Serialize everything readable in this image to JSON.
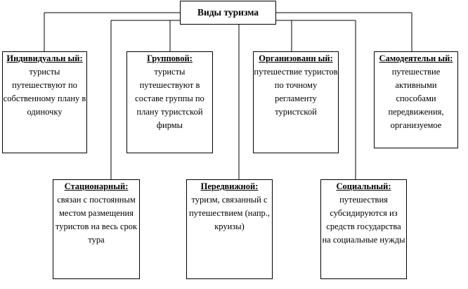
{
  "diagram": {
    "root": "Виды туризма",
    "top_boxes": [
      {
        "title": "Индивидуальн ый:",
        "text": "туристы путешествуют по собственному плану в одиночку"
      },
      {
        "title": "Групповой:",
        "text": "туристы путешествуют в составе группы по плану туристской фирмы"
      },
      {
        "title": "Организованн ый:",
        "text": "путешествие туристов по точному регламенту туристской"
      },
      {
        "title": "Самодеятельн ый:",
        "text": "путешествие активными способами передвижения, организуемое"
      }
    ],
    "bottom_boxes": [
      {
        "title": "Стационарный:",
        "text": "связан с постоянным местом размещения туристов на весь срок тура"
      },
      {
        "title": "Передвижной:",
        "text": "туризм, связанный с путешествием (напр., круизы)"
      },
      {
        "title": "Социальный:",
        "text": "путешествия субсидируются из средств государства на социальные нужды"
      }
    ]
  }
}
